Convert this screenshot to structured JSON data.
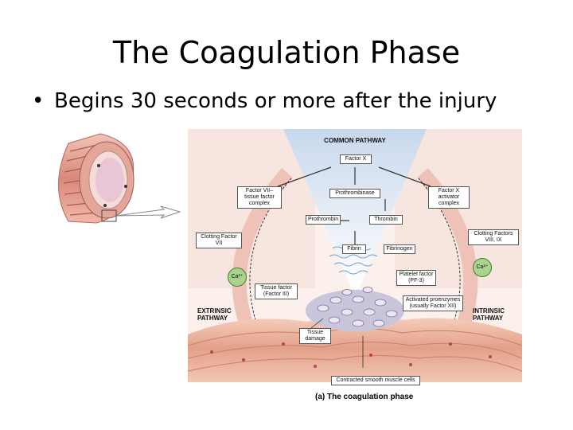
{
  "slide": {
    "title": "The Coagulation Phase",
    "bullet": "Begins 30 seconds or more after the injury"
  },
  "figure": {
    "common_pathway": "COMMON PATHWAY",
    "factor_x": "Factor X",
    "prothrombinase": "Prothrombinase",
    "prothrombin": "Prothrombin",
    "thrombin": "Thrombin",
    "fibrin": "Fibrin",
    "fibrinogen": "Fibrinogen",
    "factor_vii_complex": "Factor VII–tissue factor complex",
    "factor_x_activator": "Factor X activator complex",
    "clotting_factor_vii": "Clotting Factor VII",
    "clotting_factors_viii_ix": "Clotting Factors VIII, IX",
    "ca_left": "Ca²⁺",
    "ca_right": "Ca²⁺",
    "tissue_factor": "Tissue factor (Factor III)",
    "platelet_factor": "Platelet factor (PF-3)",
    "activated_proenzymes": "Activated proenzymes (usually Factor XII)",
    "extrinsic_pathway": "EXTRINSIC PATHWAY",
    "intrinsic_pathway": "INTRINSIC PATHWAY",
    "tissue_damage": "Tissue damage",
    "smooth_muscle": "Contracted smooth muscle cells",
    "caption": "(a) The coagulation phase"
  }
}
